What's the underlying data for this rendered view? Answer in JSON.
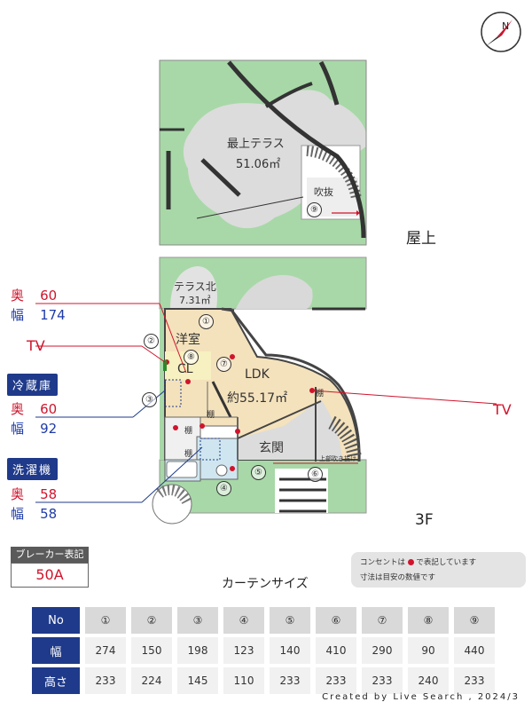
{
  "floors": {
    "rooftop": "屋上",
    "third": "3F"
  },
  "rooftop": {
    "terrace_name": "最上テラス",
    "terrace_area": "51.06㎡",
    "void": "吹抜"
  },
  "rooms": {
    "terrace_north": "テラス北",
    "terrace_north_area": "7.31㎡",
    "western_room": "洋室",
    "closet": "CL",
    "ldk": "LDK",
    "ldk_area": "約55.17㎡",
    "entrance": "玄関",
    "shelf1": "棚",
    "shelf2": "棚",
    "shelf3": "棚",
    "shelf4": "棚",
    "upper_void": "上部吹き抜け"
  },
  "markers": [
    "①",
    "②",
    "③",
    "④",
    "⑤",
    "⑥",
    "⑦",
    "⑧",
    "⑨"
  ],
  "specs": {
    "space1": {
      "depth_label": "奥",
      "depth": "60",
      "width_label": "幅",
      "width": "174"
    },
    "fridge": {
      "tag": "冷蔵庫",
      "depth_label": "奥",
      "depth": "60",
      "width_label": "幅",
      "width": "92"
    },
    "washer": {
      "tag": "洗濯機",
      "depth_label": "奥",
      "depth": "58",
      "width_label": "幅",
      "width": "58"
    }
  },
  "tv_left": "TV",
  "tv_right": "TV",
  "breaker": {
    "title": "ブレーカー表記",
    "value": "50A"
  },
  "note": {
    "line1_a": "コンセントは",
    "line1_b": "で表記しています",
    "line2": "寸法は目安の数値です"
  },
  "curtain": {
    "title": "カーテンサイズ",
    "header_label": "No",
    "width_label": "幅",
    "height_label": "高さ",
    "numbers": [
      "①",
      "②",
      "③",
      "④",
      "⑤",
      "⑥",
      "⑦",
      "⑧",
      "⑨"
    ],
    "widths": [
      "274",
      "150",
      "198",
      "123",
      "140",
      "410",
      "290",
      "90",
      "440"
    ],
    "heights": [
      "233",
      "224",
      "145",
      "110",
      "233",
      "233",
      "233",
      "240",
      "233"
    ]
  },
  "credit": "Created by Live Search , 2024/3",
  "colors": {
    "garden": "#a8d8a8",
    "floor_tan": "#f4e2bc",
    "accent_red": "#d0142c",
    "accent_blue": "#1f3a8a"
  },
  "icons": [
    "compass-icon"
  ]
}
